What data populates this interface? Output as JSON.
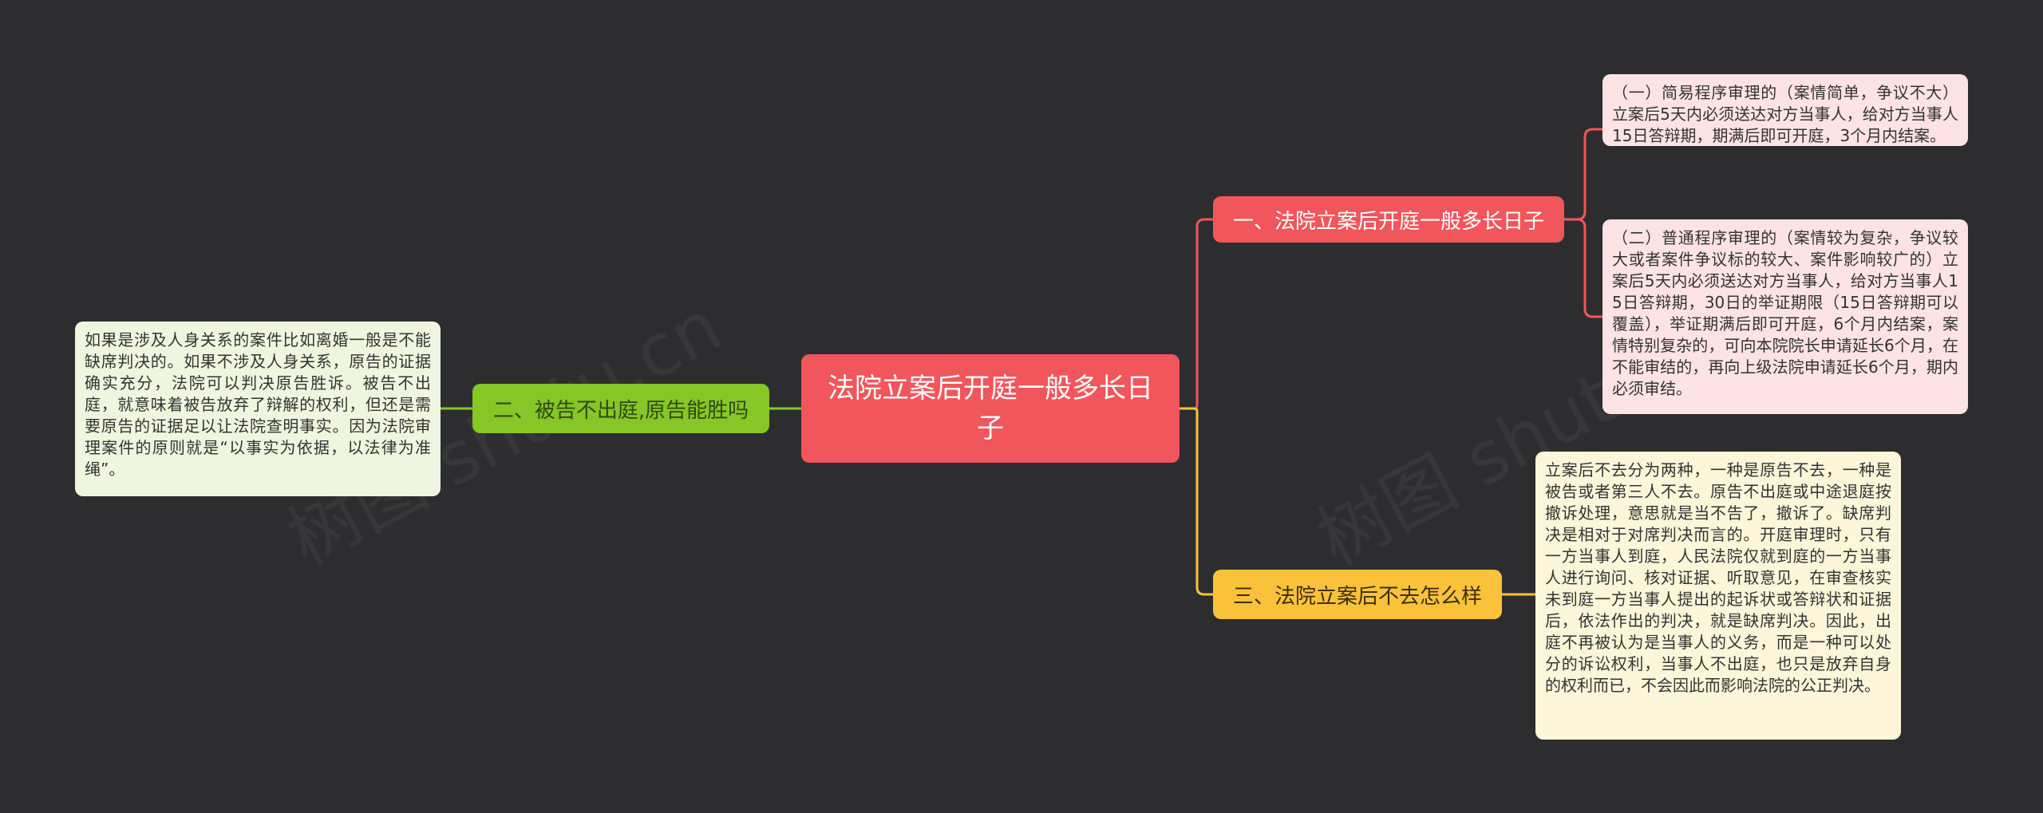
{
  "colors": {
    "background": "#2d2d2f",
    "red": "#f0565b",
    "green": "#86c626",
    "yellow": "#f9c23a",
    "leaf_red_bg": "#fde3e3",
    "leaf_green_bg": "#eef6df",
    "leaf_yellow_bg": "#fdf6d8"
  },
  "center": {
    "title": "法院立案后开庭一般多长日子"
  },
  "branches": {
    "b1": {
      "title": "一、法院立案后开庭一般多长日子",
      "leaves": [
        "（一）简易程序审理的（案情简单，争议不大）立案后5天内必须送达对方当事人，给对方当事人15日答辩期，期满后即可开庭，3个月内结案。",
        "（二）普通程序审理的（案情较为复杂，争议较大或者案件争议标的较大、案件影响较广的）立案后5天内必须送达对方当事人，给对方当事人15日答辩期，30日的举证期限（15日答辩期可以覆盖），举证期满后即可开庭，6个月内结案，案情特别复杂的，可向本院院长申请延长6个月，在不能审结的，再向上级法院申请延长6个月，期内必须审结。"
      ]
    },
    "b2": {
      "title": "二、被告不出庭,原告能胜吗",
      "leaf": "如果是涉及人身关系的案件比如离婚一般是不能缺席判决的。如果不涉及人身关系，原告的证据确实充分，法院可以判决原告胜诉。被告不出庭，就意味着被告放弃了辩解的权利，但还是需要原告的证据足以让法院查明事实。因为法院审理案件的原则就是“以事实为依据，以法律为准绳”。"
    },
    "b3": {
      "title": "三、法院立案后不去怎么样",
      "leaf": "立案后不去分为两种，一种是原告不去，一种是被告或者第三人不去。原告不出庭或中途退庭按撤诉处理，意思就是当不告了，撤诉了。缺席判决是相对于对席判决而言的。开庭审理时，只有一方当事人到庭，人民法院仅就到庭的一方当事人进行询问、核对证据、听取意见，在审查核实未到庭一方当事人提出的起诉状或答辩状和证据后，依法作出的判决，就是缺席判决。因此，出庭不再被认为是当事人的义务，而是一种可以处分的诉讼权利，当事人不出庭，也只是放弃自身的权利而已，不会因此而影响法院的公正判决。"
    }
  }
}
